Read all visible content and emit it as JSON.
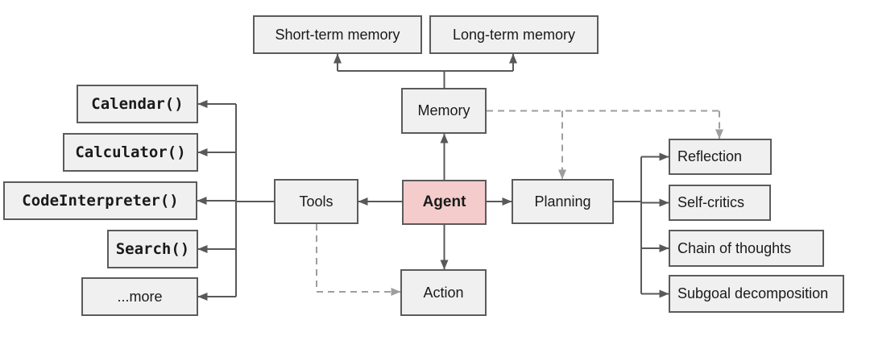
{
  "diagram": {
    "colors": {
      "background": "#ffffff",
      "node_fill": "#f0f0f0",
      "node_border": "#5b5b5b",
      "agent_fill": "#f4cccc",
      "text": "#1a1a1a",
      "solid_connector": "#595959",
      "dashed_connector": "#9e9e9e"
    },
    "nodes": {
      "agent": {
        "label": "Agent"
      },
      "memory": {
        "label": "Memory"
      },
      "tools": {
        "label": "Tools"
      },
      "planning": {
        "label": "Planning"
      },
      "action": {
        "label": "Action"
      },
      "short_term_memory": {
        "label": "Short-term memory"
      },
      "long_term_memory": {
        "label": "Long-term memory"
      },
      "calendar": {
        "label": "Calendar()"
      },
      "calculator": {
        "label": "Calculator()"
      },
      "code_interpreter": {
        "label": "CodeInterpreter()"
      },
      "search": {
        "label": "Search()"
      },
      "more": {
        "label": "...more"
      },
      "reflection": {
        "label": "Reflection"
      },
      "self_critics": {
        "label": "Self-critics"
      },
      "chain_of_thoughts": {
        "label": "Chain of thoughts"
      },
      "subgoal_decomposition": {
        "label": "Subgoal decomposition"
      }
    }
  }
}
